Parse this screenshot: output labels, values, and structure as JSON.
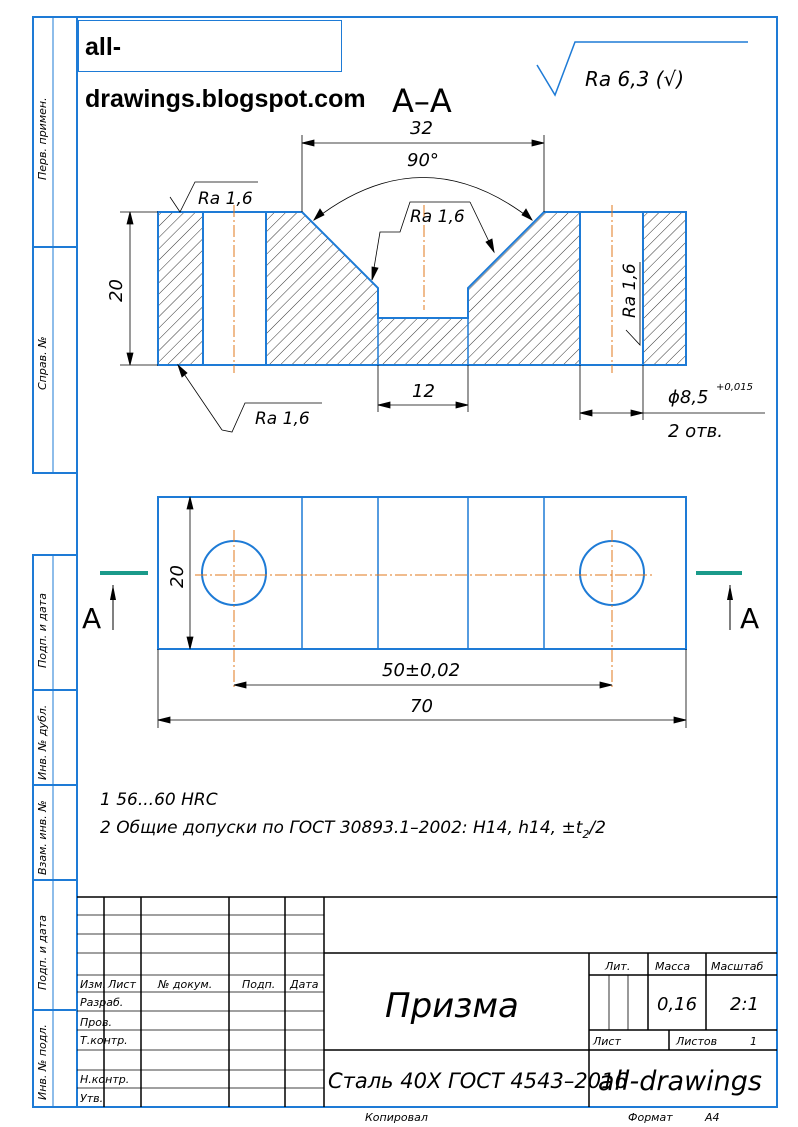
{
  "banner": "all-drawings.blogspot.com",
  "roughness_general": "Ra 6,3 (√)",
  "section_title": "A–A",
  "section_label": "A",
  "dims": {
    "width_top": "32",
    "angle": "90°",
    "height": "20",
    "slot_width": "12",
    "hole_dia": "ϕ8,5",
    "hole_tol": "+0,015",
    "hole_count": "2 отв.",
    "plan_height": "20",
    "hole_spacing": "50±0,02",
    "length": "70"
  },
  "roughness": {
    "left_top": "Ra 1,6",
    "v_groove": "Ra 1,6",
    "right_hole": "Ra 1,6",
    "bottom": "Ra 1,6"
  },
  "notes": {
    "n1": "1  56...60 HRC",
    "n2": "2  Общие допуски по ГОСТ 30893.1–2002: H14, h14, ±t",
    "n2_sub": "2",
    "n2_end": "/2"
  },
  "side_column": {
    "perv_primen": "Перв. примен.",
    "sprav_no": "Справ. №",
    "podp_data_1": "Подп. и дата",
    "inv_dubl": "Инв. № дубл.",
    "vzam_inv": "Взам. инв. №",
    "podp_data_2": "Подп. и дата",
    "inv_podl": "Инв. № подл."
  },
  "title_block": {
    "col_izm": "Изм.",
    "col_list": "Лист",
    "col_dokum": "№ докум.",
    "col_podp": "Подп.",
    "col_data": "Дата",
    "razrab": "Разраб.",
    "prov": "Пров.",
    "tkontr": "Т.контр.",
    "nkontr": "Н.контр.",
    "utv": "Утв.",
    "part_name": "Призма",
    "material": "Сталь 40Х ГОСТ 4543–2016",
    "lit": "Лит.",
    "massa": "Масса",
    "masshtab": "Масштаб",
    "massa_val": "0,16",
    "masshtab_val": "2:1",
    "list": "Лист",
    "listov": "Листов",
    "listov_val": "1",
    "org": "all-drawings",
    "kopiroval": "Копировал",
    "format": "Формат",
    "format_val": "А4"
  }
}
